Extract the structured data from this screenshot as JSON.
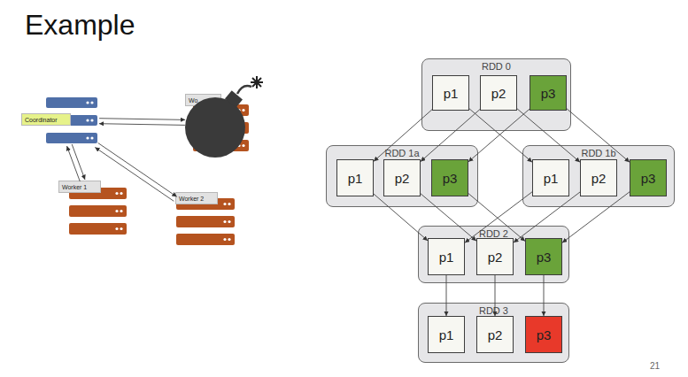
{
  "diagram": {
    "title": "Example",
    "nodes": [
      {
        "text": [
          "Coordinator"
        ]
      },
      {
        "text": [
          "Wo"
        ]
      },
      {
        "text": [
          "Worker 1"
        ]
      },
      {
        "text": [
          "Worker 2"
        ]
      },
      {
        "text": [
          "RDD 0"
        ]
      },
      {
        "text": [
          "p1"
        ],
        "in": 4
      },
      {
        "text": [
          "p2"
        ],
        "in": 4
      },
      {
        "text": [
          "p3"
        ],
        "in": 4
      },
      {
        "text": [
          "RDD 1a"
        ]
      },
      {
        "text": [
          "p1"
        ],
        "in": 8
      },
      {
        "text": [
          "p2"
        ],
        "in": 8
      },
      {
        "text": [
          "p3"
        ],
        "in": 8
      },
      {
        "text": [
          "RDD 1b"
        ]
      },
      {
        "text": [
          "p1"
        ],
        "in": 12
      },
      {
        "text": [
          "p2"
        ],
        "in": 12
      },
      {
        "text": [
          "p3"
        ],
        "in": 12
      },
      {
        "text": [
          "RDD 2"
        ]
      },
      {
        "text": [
          "p1"
        ],
        "in": 16
      },
      {
        "text": [
          "p2"
        ],
        "in": 16
      },
      {
        "text": [
          "p3"
        ],
        "in": 16
      },
      {
        "text": [
          "RDD 3"
        ]
      },
      {
        "text": [
          "p1"
        ],
        "in": 20
      },
      {
        "text": [
          "p2"
        ],
        "in": 20
      },
      {
        "text": [
          "p3"
        ],
        "in": 20
      }
    ],
    "edges": [
      {
        "from": 0,
        "to": 2,
        "arrow": "to"
      },
      {
        "from": 2,
        "to": 0,
        "arrow": "to"
      },
      {
        "from": 0,
        "to": 3,
        "arrow": "to"
      },
      {
        "from": 3,
        "to": 0,
        "arrow": "to"
      },
      {
        "from": 0,
        "to": 1,
        "arrow": "to"
      },
      {
        "from": 1,
        "to": 0,
        "arrow": "to"
      },
      {
        "from": 5,
        "to": 9,
        "arrow": "to"
      },
      {
        "from": 5,
        "to": 13,
        "arrow": "to"
      },
      {
        "from": 6,
        "to": 10,
        "arrow": "to"
      },
      {
        "from": 6,
        "to": 14,
        "arrow": "to"
      },
      {
        "from": 7,
        "to": 11,
        "arrow": "to"
      },
      {
        "from": 7,
        "to": 15,
        "arrow": "to"
      },
      {
        "from": 9,
        "to": 17,
        "arrow": "to"
      },
      {
        "from": 10,
        "to": 18,
        "arrow": "to"
      },
      {
        "from": 11,
        "to": 19,
        "arrow": "to"
      },
      {
        "from": 13,
        "to": 17,
        "arrow": "to"
      },
      {
        "from": 14,
        "to": 18,
        "arrow": "to"
      },
      {
        "from": 15,
        "to": 19,
        "arrow": "to"
      },
      {
        "from": 17,
        "to": 21,
        "arrow": "to"
      },
      {
        "from": 18,
        "to": 22,
        "arrow": "to"
      },
      {
        "from": 19,
        "to": 23,
        "arrow": "to"
      }
    ],
    "labels": [
      "21"
    ]
  }
}
